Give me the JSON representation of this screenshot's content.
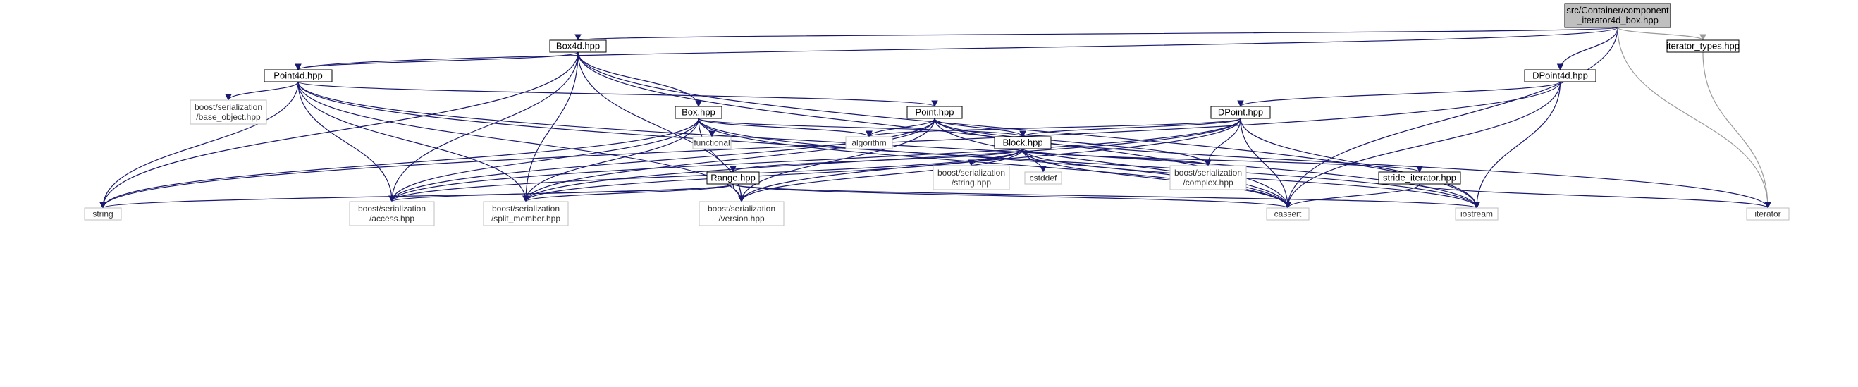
{
  "diagram": {
    "colors": {
      "edge": "#191970",
      "edge_gray": "#9a9a9a",
      "root_fill": "#bfbfbf",
      "node_border": "#000000",
      "external_border": "#bfbfbf"
    },
    "nodes": [
      {
        "id": "root",
        "label": [
          "src/Container/component",
          "_iterator4d_box.hpp"
        ],
        "kind": "root"
      },
      {
        "id": "box4d",
        "label": [
          "Box4d.hpp"
        ],
        "kind": "primary"
      },
      {
        "id": "iterator_types",
        "label": [
          "iterator_types.hpp"
        ],
        "kind": "primary"
      },
      {
        "id": "point4d",
        "label": [
          "Point4d.hpp"
        ],
        "kind": "primary"
      },
      {
        "id": "dpoint4d",
        "label": [
          "DPoint4d.hpp"
        ],
        "kind": "primary"
      },
      {
        "id": "base_object",
        "label": [
          "boost/serialization",
          "/base_object.hpp"
        ],
        "kind": "external"
      },
      {
        "id": "box",
        "label": [
          "Box.hpp"
        ],
        "kind": "primary"
      },
      {
        "id": "point",
        "label": [
          "Point.hpp"
        ],
        "kind": "primary"
      },
      {
        "id": "dpoint",
        "label": [
          "DPoint.hpp"
        ],
        "kind": "primary"
      },
      {
        "id": "functional",
        "label": [
          "functional"
        ],
        "kind": "external"
      },
      {
        "id": "algorithm",
        "label": [
          "algorithm"
        ],
        "kind": "external"
      },
      {
        "id": "block",
        "label": [
          "Block.hpp"
        ],
        "kind": "primary"
      },
      {
        "id": "bs_string",
        "label": [
          "boost/serialization",
          "/string.hpp"
        ],
        "kind": "external"
      },
      {
        "id": "cstddef",
        "label": [
          "cstddef"
        ],
        "kind": "external"
      },
      {
        "id": "complex",
        "label": [
          "boost/serialization",
          "/complex.hpp"
        ],
        "kind": "external"
      },
      {
        "id": "stride",
        "label": [
          "stride_iterator.hpp"
        ],
        "kind": "primary"
      },
      {
        "id": "range",
        "label": [
          "Range.hpp"
        ],
        "kind": "primary"
      },
      {
        "id": "string",
        "label": [
          "string"
        ],
        "kind": "external"
      },
      {
        "id": "access",
        "label": [
          "boost/serialization",
          "/access.hpp"
        ],
        "kind": "external"
      },
      {
        "id": "split",
        "label": [
          "boost/serialization",
          "/split_member.hpp"
        ],
        "kind": "external"
      },
      {
        "id": "version",
        "label": [
          "boost/serialization",
          "/version.hpp"
        ],
        "kind": "external"
      },
      {
        "id": "cassert",
        "label": [
          "cassert"
        ],
        "kind": "external"
      },
      {
        "id": "iostream",
        "label": [
          "iostream"
        ],
        "kind": "external"
      },
      {
        "id": "iterator",
        "label": [
          "iterator"
        ],
        "kind": "external"
      }
    ],
    "edges": [
      [
        "root",
        "box4d"
      ],
      [
        "root",
        "point4d"
      ],
      [
        "root",
        "dpoint4d"
      ],
      [
        "root",
        "iterator_types"
      ],
      [
        "root",
        "cassert"
      ],
      [
        "root",
        "iterator"
      ],
      [
        "box4d",
        "point4d"
      ],
      [
        "box4d",
        "box"
      ],
      [
        "box4d",
        "string"
      ],
      [
        "box4d",
        "access"
      ],
      [
        "box4d",
        "split"
      ],
      [
        "box4d",
        "version"
      ],
      [
        "box4d",
        "cassert"
      ],
      [
        "box4d",
        "iostream"
      ],
      [
        "iterator_types",
        "iterator"
      ],
      [
        "point4d",
        "base_object"
      ],
      [
        "point4d",
        "point"
      ],
      [
        "point4d",
        "string"
      ],
      [
        "point4d",
        "access"
      ],
      [
        "point4d",
        "split"
      ],
      [
        "point4d",
        "version"
      ],
      [
        "point4d",
        "cassert"
      ],
      [
        "point4d",
        "iostream"
      ],
      [
        "dpoint4d",
        "dpoint"
      ],
      [
        "dpoint4d",
        "string"
      ],
      [
        "dpoint4d",
        "cassert"
      ],
      [
        "dpoint4d",
        "iostream"
      ],
      [
        "box",
        "functional"
      ],
      [
        "box",
        "algorithm"
      ],
      [
        "box",
        "block"
      ],
      [
        "box",
        "string"
      ],
      [
        "box",
        "access"
      ],
      [
        "box",
        "split"
      ],
      [
        "box",
        "version"
      ],
      [
        "box",
        "cassert"
      ],
      [
        "box",
        "iostream"
      ],
      [
        "point",
        "algorithm"
      ],
      [
        "point",
        "block"
      ],
      [
        "point",
        "complex"
      ],
      [
        "point",
        "access"
      ],
      [
        "point",
        "split"
      ],
      [
        "point",
        "version"
      ],
      [
        "point",
        "cassert"
      ],
      [
        "point",
        "iterator"
      ],
      [
        "dpoint",
        "algorithm"
      ],
      [
        "dpoint",
        "block"
      ],
      [
        "dpoint",
        "complex"
      ],
      [
        "dpoint",
        "access"
      ],
      [
        "dpoint",
        "split"
      ],
      [
        "dpoint",
        "version"
      ],
      [
        "dpoint",
        "cassert"
      ],
      [
        "dpoint",
        "iostream"
      ],
      [
        "block",
        "range"
      ],
      [
        "block",
        "bs_string"
      ],
      [
        "block",
        "cstddef"
      ],
      [
        "block",
        "complex"
      ],
      [
        "block",
        "stride"
      ],
      [
        "block",
        "access"
      ],
      [
        "block",
        "split"
      ],
      [
        "block",
        "version"
      ],
      [
        "block",
        "cassert"
      ],
      [
        "block",
        "iostream"
      ],
      [
        "stride",
        "cassert"
      ],
      [
        "stride",
        "iterator"
      ],
      [
        "range",
        "string"
      ],
      [
        "range",
        "access"
      ],
      [
        "range",
        "split"
      ],
      [
        "range",
        "version"
      ],
      [
        "range",
        "cassert"
      ],
      [
        "range",
        "iostream"
      ]
    ]
  }
}
